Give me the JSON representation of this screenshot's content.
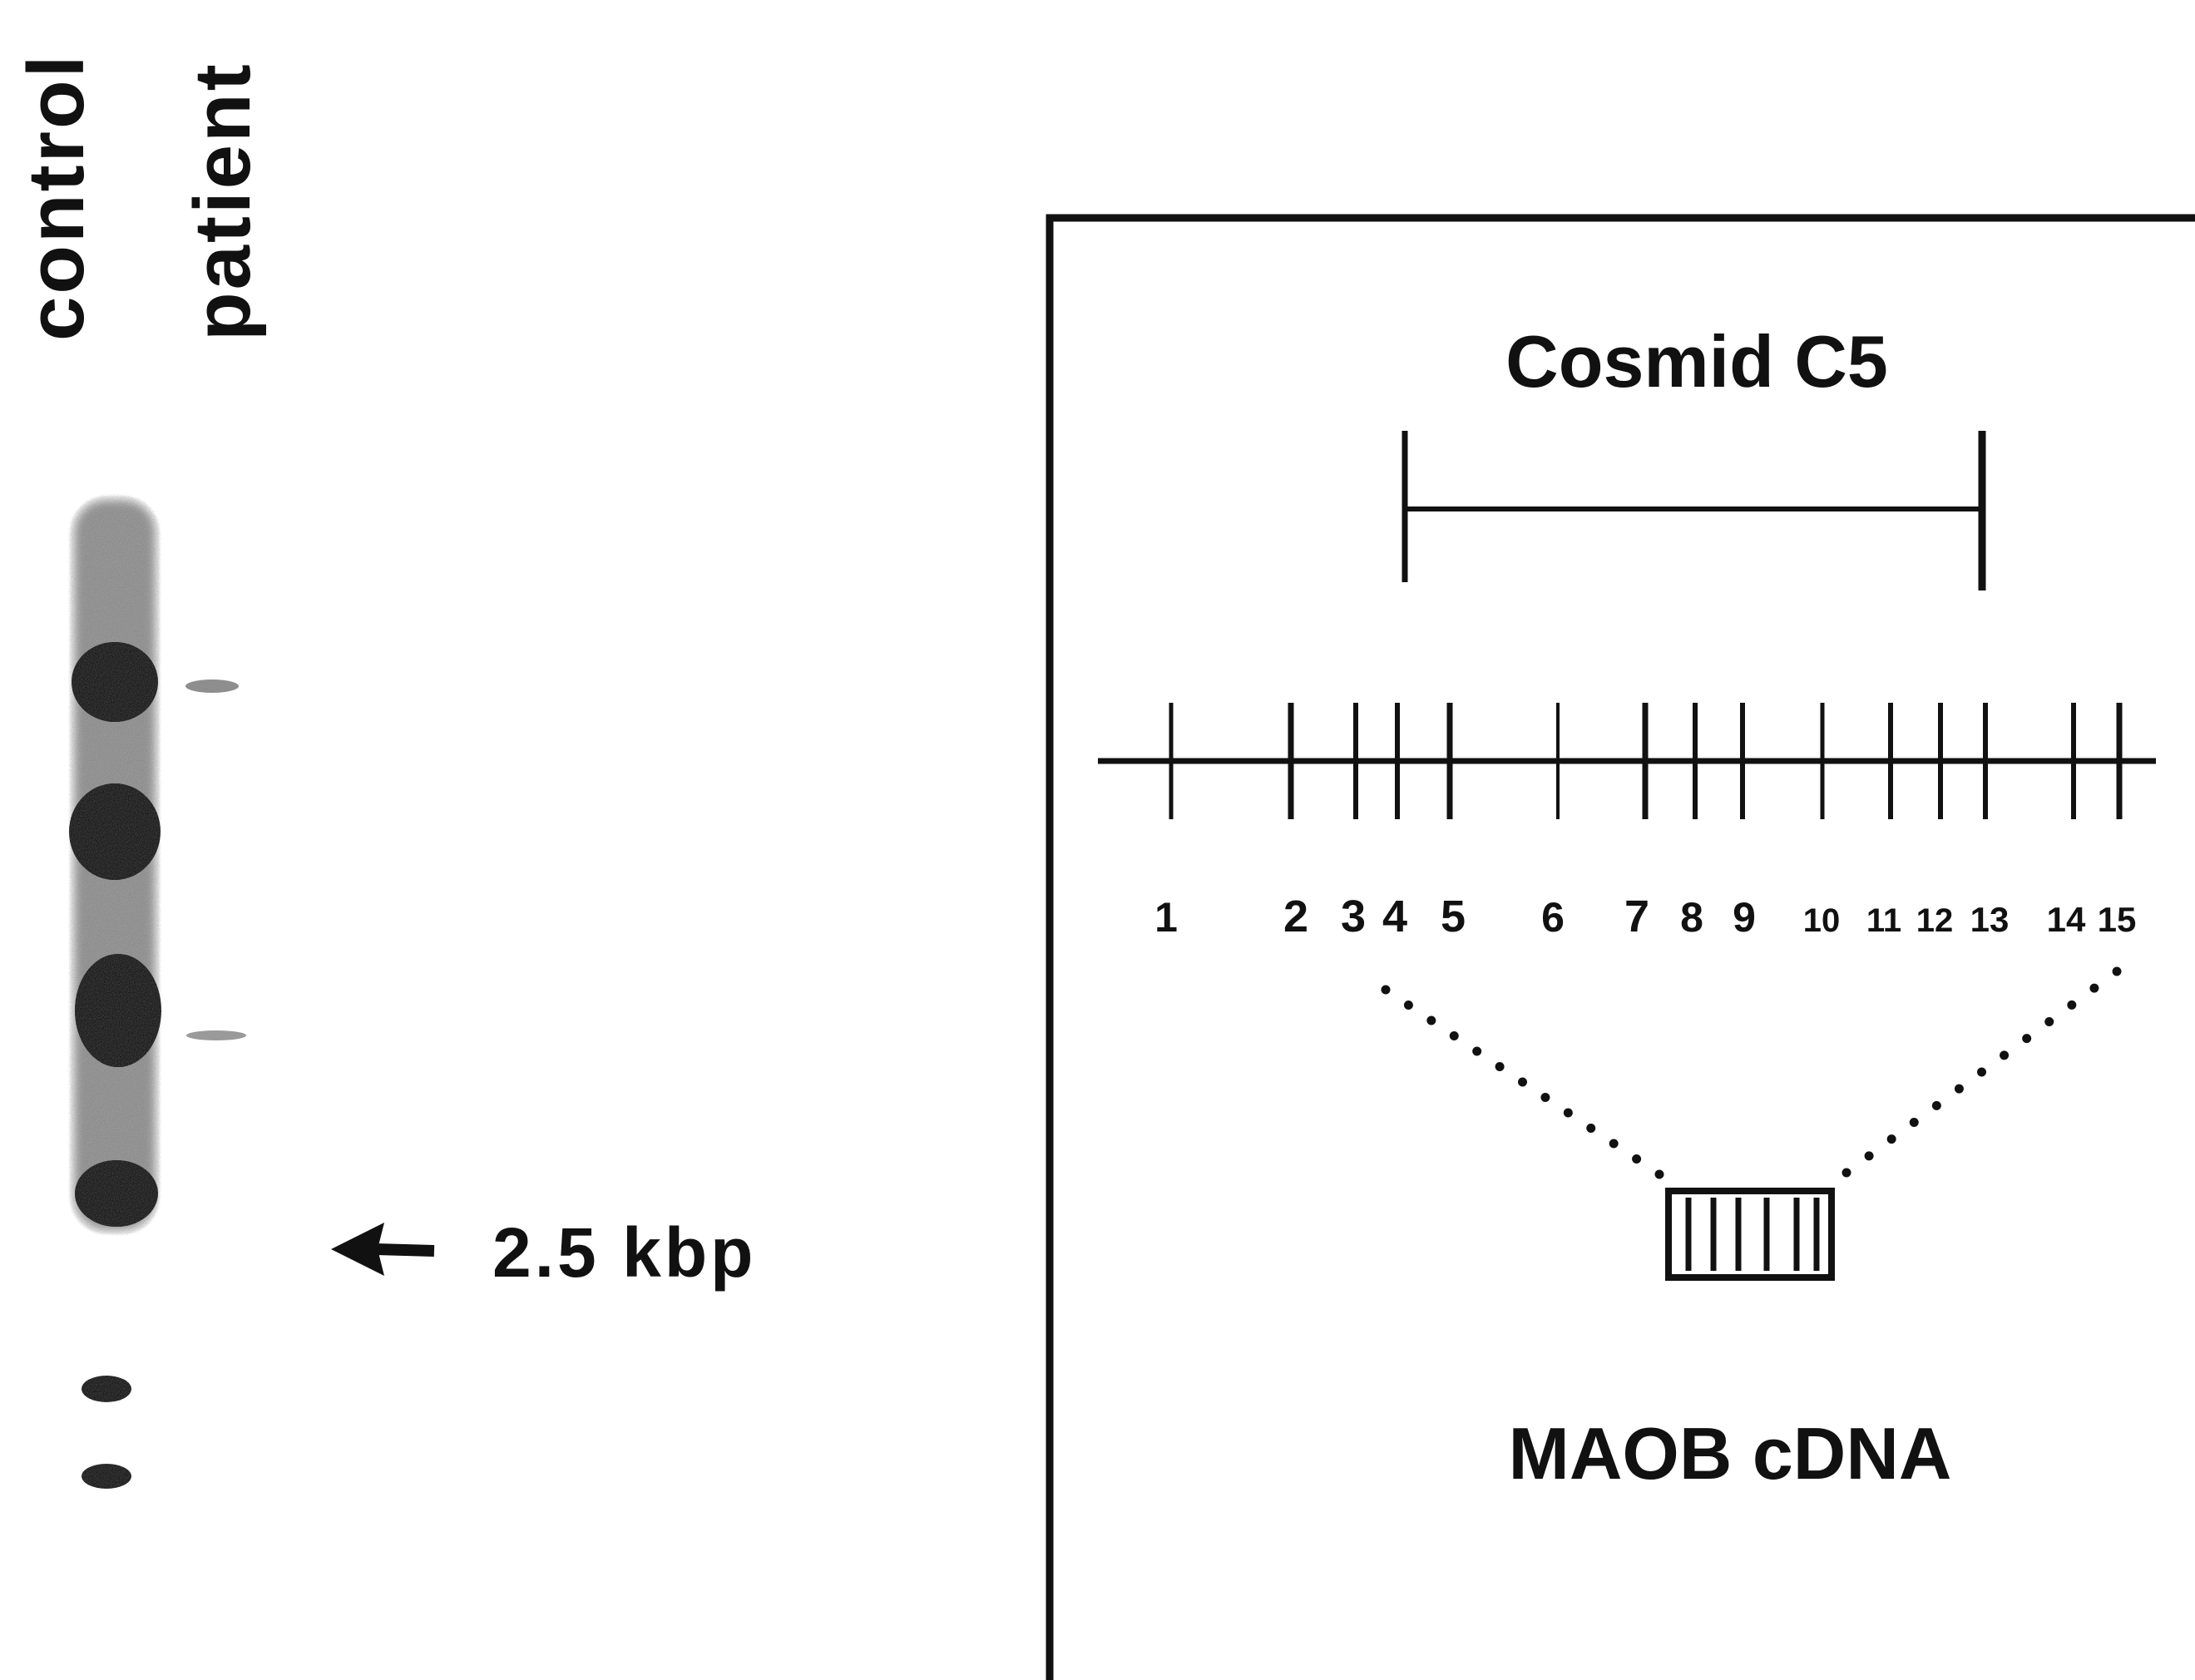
{
  "gel": {
    "lane_labels": [
      "control",
      "patient"
    ],
    "marker_label": "2.5 kbp"
  },
  "map": {
    "cosmid_label": "Cosmid C5",
    "cdna_label": "MAOB cDNA",
    "exons": [
      "1",
      "2",
      "3",
      "4",
      "5",
      "6",
      "7",
      "8",
      "9",
      "10",
      "11",
      "12",
      "13",
      "14",
      "15"
    ],
    "cosmid_span": [
      "4",
      "13"
    ],
    "cdna_span": [
      "4",
      "15"
    ]
  }
}
